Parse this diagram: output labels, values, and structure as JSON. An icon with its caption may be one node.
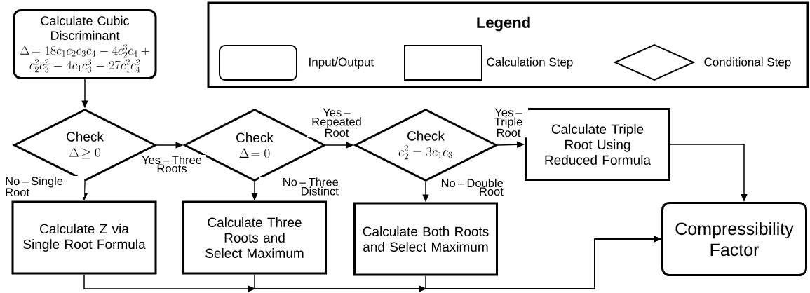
{
  "diagram": {
    "nodes": [
      {
        "text": [
          "Calculate Cubic Discriminant",
          "\\Delta\\!= 18c_1c_2c_3c_4 - 4c_2^3c_4 + c_2^2c_3^2 - 4c_1c_3^3 - 27c_1^2c_4^2"
        ]
      },
      {
        "text": [
          "Check",
          "\\Delta\\!\\geq 0"
        ]
      },
      {
        "text": [
          "Check",
          "\\Delta\\!= 0"
        ]
      },
      {
        "text": [
          "Check",
          "c_2^2 = 3c_1c_3"
        ]
      },
      {
        "text": [
          "Calculate Triple Root Using Reduced Formula"
        ]
      },
      {
        "text": [
          "Calculate Z via Single Root Formula"
        ]
      },
      {
        "text": [
          "Calculate Three Roots and Select Maximum"
        ]
      },
      {
        "text": [
          "Calculate Both Roots and Select Maximum"
        ]
      },
      {
        "text": [
          "Compressibility Factor"
        ]
      }
    ],
    "edges": [
      {
        "from": 0,
        "to": 1,
        "arrow": "to"
      },
      {
        "from": 1,
        "to": 2,
        "arrow": "to",
        "label": "Yes – Three Roots"
      },
      {
        "from": 2,
        "to": 3,
        "arrow": "to",
        "label": "Yes – Repeated Root"
      },
      {
        "from": 3,
        "to": 4,
        "arrow": "to",
        "label": "Yes – Triple Root"
      },
      {
        "from": 1,
        "to": 5,
        "arrow": "to",
        "label": "No – Single Root"
      },
      {
        "from": 2,
        "to": 6,
        "arrow": "to",
        "label": "No – Three Distinct"
      },
      {
        "from": 3,
        "to": 7,
        "arrow": "to",
        "label": "No – Double Root"
      },
      {
        "from": 4,
        "to": 8,
        "arrow": "to"
      },
      {
        "from": 5,
        "to": 8,
        "arrow": "to"
      },
      {
        "from": 6,
        "to": 8,
        "arrow": "to"
      },
      {
        "from": 7,
        "to": 8,
        "arrow": "to"
      }
    ],
    "labels": [
      "Legend"
    ],
    "legend": [
      {
        "text": "Input/Output"
      },
      {
        "text": "Calculation Step"
      },
      {
        "text": "Conditional Step"
      }
    ]
  }
}
